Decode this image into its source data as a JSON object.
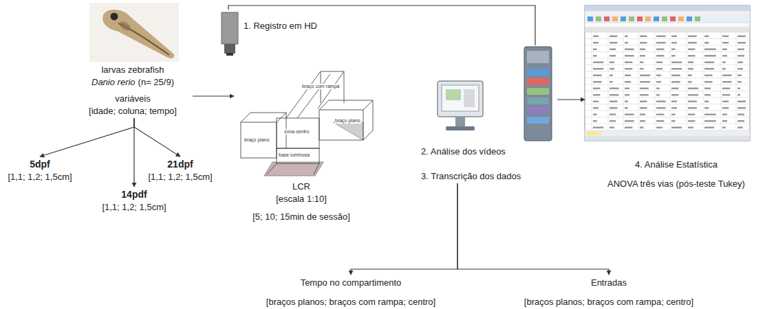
{
  "diagram": {
    "nodes": [
      {
        "text": [
          "larvas zebrafish",
          "Danio rerio",
          "(n= 25/9)",
          "variáveis",
          "[idade; coluna; tempo]"
        ]
      },
      {
        "text": [
          "5dpf",
          "[1,1; 1,2; 1,5cm]"
        ]
      },
      {
        "text": [
          "21dpf",
          "[1,1; 1,2; 1,5cm]"
        ]
      },
      {
        "text": [
          "14pdf",
          "[1,1; 1,2; 1,5cm]"
        ]
      },
      {
        "text": [
          "1. Registro em HD"
        ]
      },
      {
        "text": [
          "LCR",
          "[escala 1:10]",
          "[5; 10; 15min de sessão]"
        ]
      },
      {
        "text": [
          "2. Análise dos vídeos",
          "3. Transcrição dos dados"
        ]
      },
      {
        "text": [
          "4. Análise Estatística",
          "ANOVA três vias (pós-teste Tukey)"
        ]
      },
      {
        "text": [
          "Tempo no compartimento",
          "[braços planos; braços com rampa; centro]"
        ]
      },
      {
        "text": [
          "Entradas",
          "[braços planos; braços com rampa; centro]"
        ]
      }
    ],
    "edges": [
      {
        "from": 0,
        "to": 5,
        "arrow": "to"
      },
      {
        "from": 0,
        "to": 1,
        "arrow": "to"
      },
      {
        "from": 0,
        "to": 2,
        "arrow": "to"
      },
      {
        "from": 0,
        "to": 3,
        "arrow": "to"
      },
      {
        "from": 4,
        "to": 6,
        "arrow": "none"
      },
      {
        "from": 6,
        "to": 7,
        "arrow": "to"
      },
      {
        "from": 6,
        "to": 8,
        "arrow": "to"
      },
      {
        "from": 6,
        "to": 9,
        "arrow": "to"
      }
    ],
    "labels": [
      "braço com rampa",
      "braço plano",
      "zona centro",
      "braço plano",
      "base luminosa"
    ]
  }
}
